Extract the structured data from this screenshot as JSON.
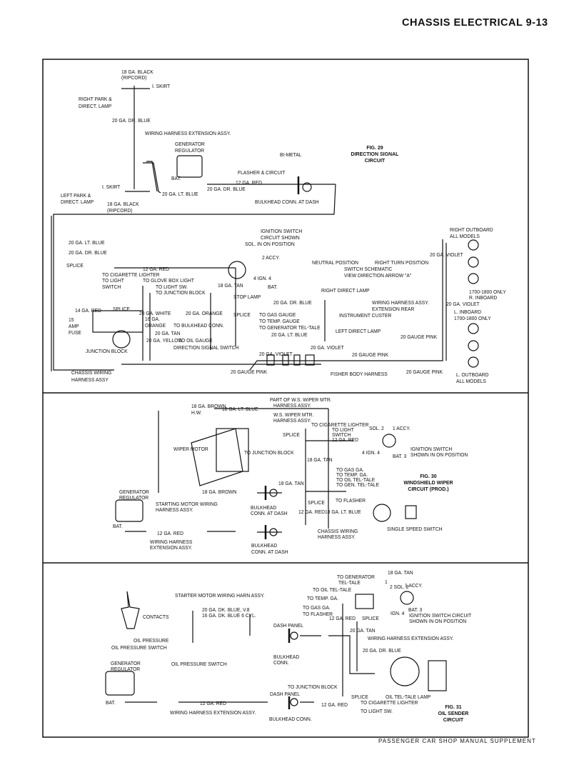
{
  "header": {
    "title": "CHASSIS ELECTRICAL 9-13"
  },
  "footer": {
    "text": "PASSENGER CAR SHOP MANUAL SUPPLEMENT"
  },
  "fig29": {
    "caption": [
      "FIG. 29",
      "DIRECTION SIGNAL",
      "CIRCUIT"
    ],
    "labels": [
      "18 GA. BLACK",
      "(RIPCORD)",
      "I. SKIRT",
      "RIGHT PARK &",
      "DIRECT. LAMP",
      "20 GA. DR. BLUE",
      "WIRING HARNESS EXTENSION ASSY.",
      "GENERATOR",
      "REGULATOR",
      "BAT.",
      "BI-METAL",
      "FLASHER & CIRCUIT",
      "12 GA. RED",
      "20 GA. DR. BLUE",
      "20 GA. LT. BLUE",
      "I. SKIRT",
      "LEFT PARK &",
      "DIRECT. LAMP",
      "18 GA. BLACK",
      "(RIPCORD)",
      "BULKHEAD CONN. AT DASH",
      "20 GA. LT. BLUE",
      "20 GA. DR. BLUE",
      "SPLICE",
      "12 GA. RED",
      "TO CIGARETTE LIGHTER",
      "TO LIGHT",
      "SWITCH",
      "TO GLOVE BOX LIGHT",
      "TO LIGHT SW.",
      "TO JUNCTION BLOCK",
      "18 GA. TAN",
      "IGNITION SWITCH",
      "CIRCUIT SHOWN",
      "SOL. IN ON POSITION",
      "2 ACCY.",
      "4 IGN. 4",
      "BAT.",
      "STOP LAMP",
      "14 GA. RED",
      "SPLICE",
      "20 GA. WHITE",
      "20 GA. ORANGE",
      "15",
      "AMP",
      "FUSE",
      "16 GA.",
      "ORANGE",
      "TO BULKHEAD CONN.",
      "SPLICE",
      "TO GAS GAUGE",
      "TO TEMP. GAUGE",
      "TO GENERATOR TEL-TALE",
      "20 GA. LT. BLUE",
      "20 GA. TAN",
      "20 GA. YELLOW",
      "TO OIL GAUGE",
      "DIRECTION SIGNAL SWITCH",
      "JUNCTION BLOCK",
      "20 GA. VIOLET",
      "20 GAUGE PINK",
      "CHASSIS WIRING",
      "HARNESS ASSY",
      "20 GA. DR. BLUE",
      "RIGHT OUTBOARD",
      "ALL MODELS",
      "NEUTRAL POSITION",
      "RIGHT TURN POSITION",
      "SWITCH SCHEMATIC",
      "VIEW DIRECTION ARROW \"A\"",
      "20 GA. VIOLET",
      "1700-1800 ONLY",
      "R. INBOARD",
      "RIGHT DIRECT LAMP",
      "WIRING HARNESS ASSY.",
      "EXTENSION REAR",
      "INSTRUMENT CUSTER",
      "20 GA. VIOLET",
      "L. INBOARD",
      "1700-1800 ONLY",
      "LEFT DIRECT LAMP",
      "20 GAUGE PINK",
      "20 GA. VIOLET",
      "20 GAUGE PINK",
      "FISHER BODY HARNESS",
      "20 GAUGE PINK",
      "L. OUTBOARD",
      "ALL MODELS"
    ]
  },
  "fig30": {
    "caption": [
      "FIG. 30",
      "WINDSHIELD WIPER",
      "CIRCUIT (PROD.)"
    ],
    "labels": [
      "18 GA. BROWN",
      "H.W.",
      "18 GA. LT. BLUE",
      "PART OF W.S. WIPER MTR.",
      "HARNESS ASSY.",
      "W.S. WIPER MTR.",
      "HARNESS ASSY.",
      "SPLICE",
      "WIPER MOTOR",
      "TO JUNCTION BLOCK",
      "18 GA. TAN",
      "18 GA. TAN",
      "18 GA. BROWN",
      "GENERATOR",
      "REGULATOR",
      "STARTING MOTOR WIRING",
      "HARNESS ASSY.",
      "BULKHEAD",
      "CONN. AT DASH",
      "SPLICE",
      "12 GA. RED",
      "18 GA. LT. BLUE",
      "BAT.",
      "12 GA. RED",
      "WIRING HARNESS",
      "EXTENSION ASSY.",
      "CHASSIS WIRING",
      "HARNESS ASSY.",
      "BULKHEAD",
      "CONN. AT DASH",
      "TO CIGARETTE LIGHTER",
      "TO LIGHT",
      "SWITCH",
      "12 GA. RED",
      "SOL. 2",
      "1 ACCY.",
      "4 IGN. 4",
      "BAT. 3",
      "IGNITION SWITCH",
      "SHOWN IN ON POSITION",
      "TO GAS GA.",
      "TO TEMP. GA.",
      "TO OIL TEL-TALE",
      "TO GEN. TEL-TALE",
      "TO FLASHER",
      "SINGLE SPEED SWITCH"
    ]
  },
  "fig31": {
    "caption": [
      "FIG. 31",
      "OIL SENDER",
      "CIRCUIT"
    ],
    "labels": [
      "STARTER MOTOR WIRING HARN ASSY.",
      "CONTACTS",
      "20 GA. DK. BLUE, V.8",
      "16 GA. DK. BLUE 6 CYL.",
      "OIL PRESSURE",
      "OIL PRESSURE SWITCH",
      "DASH PANEL",
      "BULKHEAD",
      "CONN.",
      "OIL PRESSURE SWITCH",
      "GENERATOR",
      "REGULATOR",
      "BAT.",
      "12 GA. RED",
      "WIRING HARNESS EXTENSION ASSY.",
      "TO JUNCTION BLOCK",
      "DASH PANEL",
      "BULKHEAD CONN.",
      "TO GENERATOR",
      "TEL-TALE",
      "18 GA. TAN",
      "TO OIL TEL-TALE",
      "TO TEMP. GA.",
      "TO GAS GA.",
      "TO FLASHER",
      "12 GA. RED",
      "SPLICE",
      "1",
      "2 SOL. 2",
      "1 ACCY.",
      "IGN. 4",
      "BAT. 3",
      "IGNITION SWITCH CIRCUIT",
      "SHOWN IN ON POSITION",
      "20 GA. TAN",
      "WIRING HARNESS EXTENSION ASSY.",
      "20 GA. DR. BLUE",
      "SPLICE",
      "TO CIGARETTE LIGHTER",
      "TO LIGHT SW.",
      "12 GA. RED",
      "OIL TEL-TALE LAMP"
    ]
  }
}
